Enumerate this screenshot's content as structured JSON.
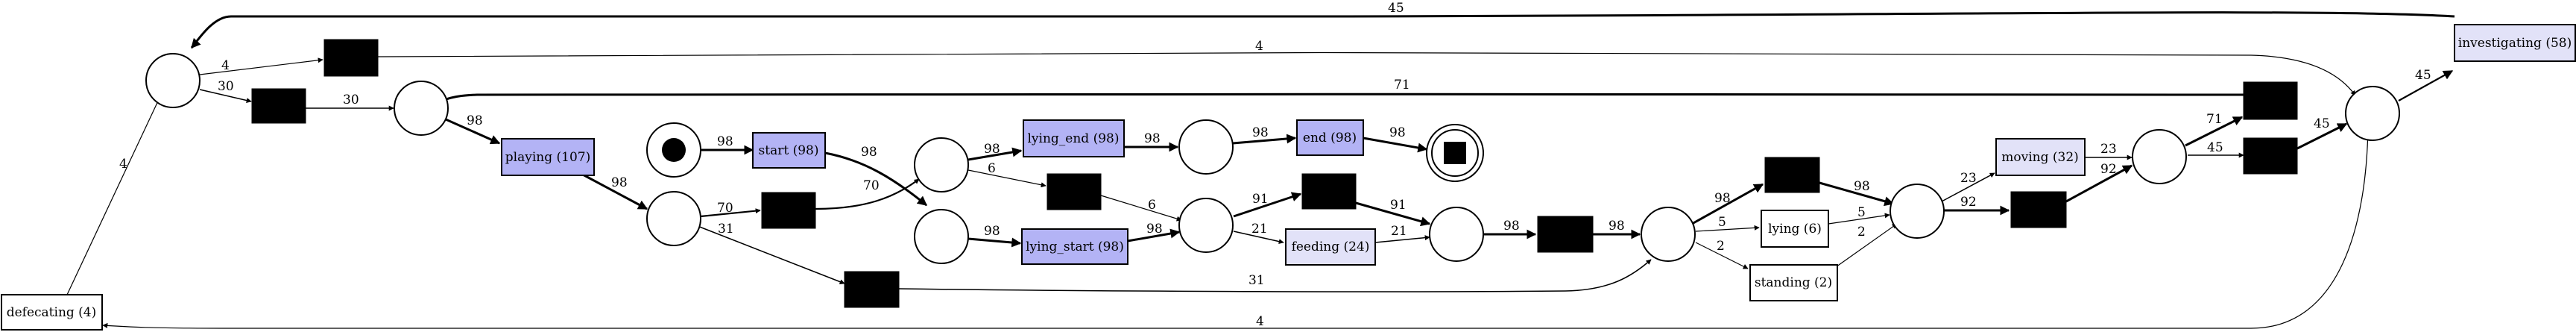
{
  "colors": {
    "frequent": "#b3b3f5",
    "infrequent": "#e2e2f8",
    "rare": "#ffffff",
    "silent": "#000000",
    "stroke": "#000000"
  },
  "transitions": {
    "investigating": {
      "label": "investigating (58)",
      "fill": "infrequent"
    },
    "playing": {
      "label": "playing (107)",
      "fill": "frequent"
    },
    "start": {
      "label": "start (98)",
      "fill": "frequent"
    },
    "lying_end": {
      "label": "lying_end (98)",
      "fill": "frequent"
    },
    "end": {
      "label": "end (98)",
      "fill": "frequent"
    },
    "lying_start": {
      "label": "lying_start (98)",
      "fill": "frequent"
    },
    "feeding": {
      "label": "feeding (24)",
      "fill": "infrequent"
    },
    "lying": {
      "label": "lying (6)",
      "fill": "rare"
    },
    "standing": {
      "label": "standing (2)",
      "fill": "rare"
    },
    "moving": {
      "label": "moving (32)",
      "fill": "infrequent"
    },
    "defecating": {
      "label": "defecating (4)",
      "fill": "rare"
    }
  },
  "arc_labels": {
    "inv_p1": "45",
    "p1_t1": "4",
    "t1_p14": "4",
    "p1_t2": "30",
    "t2_p2": "30",
    "t10_p2": "71",
    "p2_play": "98",
    "play_p4": "98",
    "src_start": "98",
    "start_p5": "98",
    "p5_le": "98",
    "p5_t4": "6",
    "le_p8": "98",
    "p8_end": "98",
    "end_sink": "98",
    "p4_t3": "70",
    "t3_p5": "70",
    "p4_t6": "31",
    "t6_p10": "31",
    "p6_ls": "98",
    "t4_p7": "6",
    "ls_p7": "98",
    "p7_t5": "91",
    "p7_feed": "21",
    "t5_p9": "91",
    "feed_p9": "21",
    "p9_t7": "98",
    "t7_p10": "98",
    "p10_t8": "98",
    "p10_lying": "5",
    "p10_stand": "2",
    "t8_p11": "98",
    "lying_p11": "5",
    "stand_p11": "2",
    "p11_mov": "23",
    "p11_t9": "92",
    "mov_p12": "23",
    "t9_p12": "92",
    "p12_t10": "71",
    "p12_t11": "45",
    "t11_p13": "45",
    "p13_inv": "45",
    "p14_def": "4",
    "def_p1": "4"
  }
}
